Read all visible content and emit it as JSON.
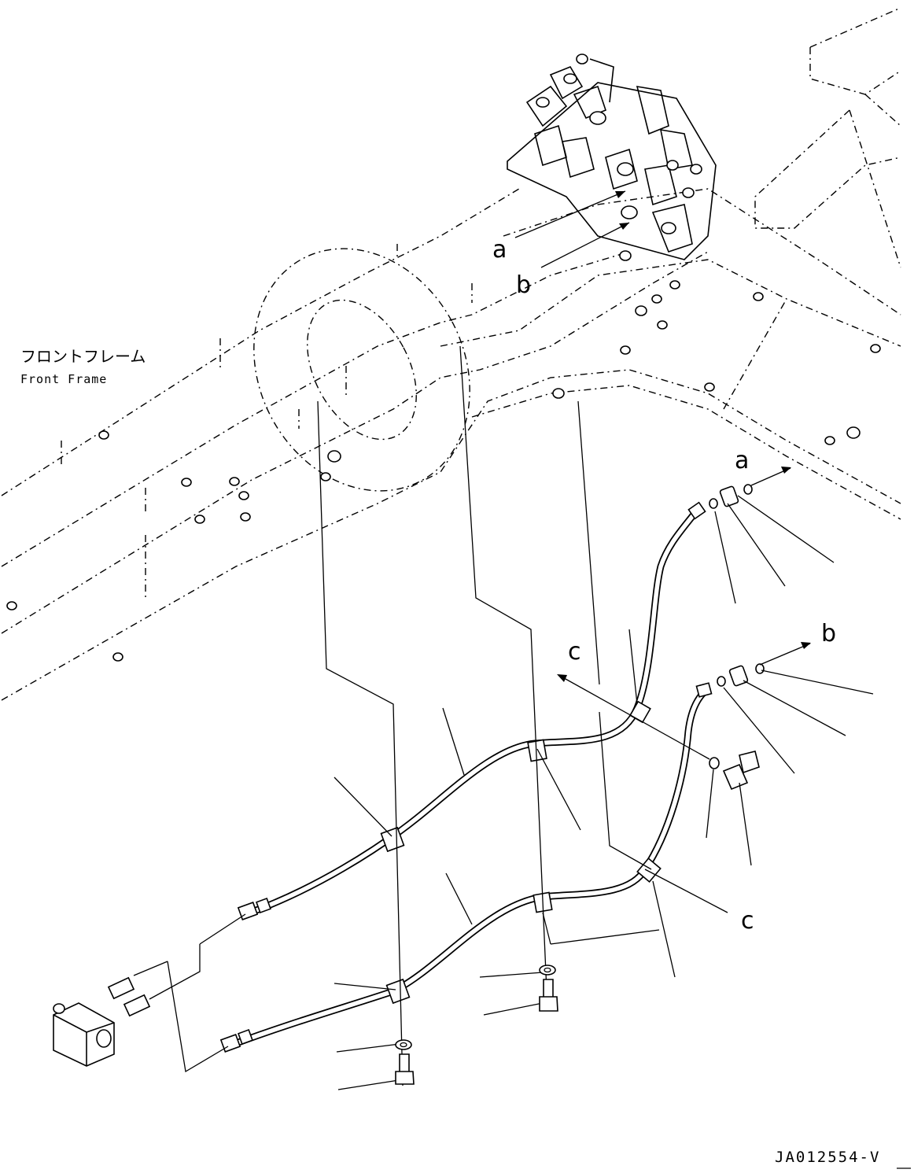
{
  "frame_label": {
    "japanese": "フロントフレーム",
    "english": "Front Frame"
  },
  "callouts": {
    "a_valve": "a",
    "b_valve": "b",
    "a_fitting": "a",
    "b_fitting": "b",
    "c_upper": "c",
    "c_lower": "c"
  },
  "drawing_code": "JA012554-V"
}
